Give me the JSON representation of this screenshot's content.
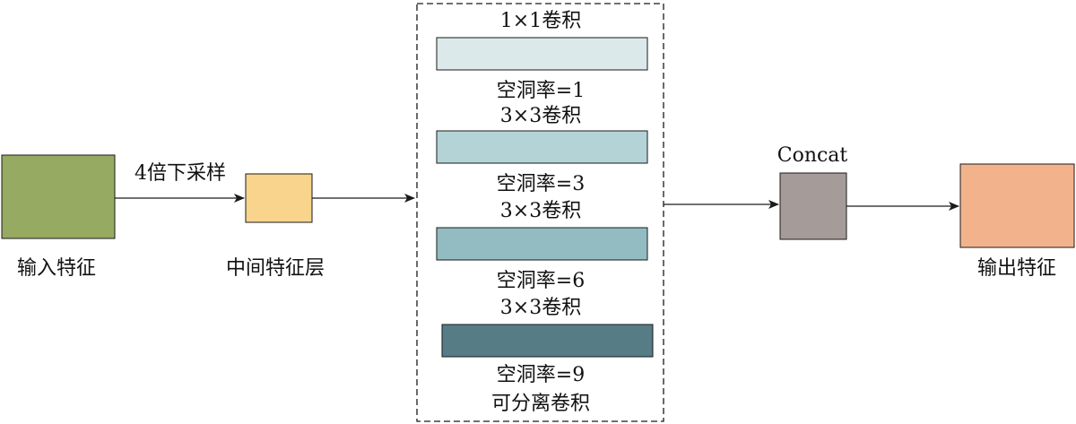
{
  "nodes": {
    "input": {
      "label": "输入特征",
      "color": "#96aa62"
    },
    "intermediate": {
      "label": "中间特征层",
      "color": "#f8d48c"
    },
    "concat": {
      "label": "Concat",
      "color": "#a59b99"
    },
    "output": {
      "label": "输出特征",
      "color": "#f2b38c"
    }
  },
  "edges": {
    "downsample_label": "4倍下采样"
  },
  "branches": [
    {
      "title": "1×1卷积",
      "rate_label": "空洞率=1",
      "color": "#dbe9ea"
    },
    {
      "title": "3×3卷积",
      "rate_label": "空洞率=3",
      "color": "#b4d3d7"
    },
    {
      "title": "3×3卷积",
      "rate_label": "空洞率=6",
      "color": "#92bcc1"
    },
    {
      "title": "3×3卷积",
      "rate_label": "空洞率=9",
      "color": "#567c86"
    }
  ],
  "branch_footer": "可分离卷积",
  "colors": {
    "stroke": "#1a1a1a",
    "arrow": "#1a1a1a"
  }
}
